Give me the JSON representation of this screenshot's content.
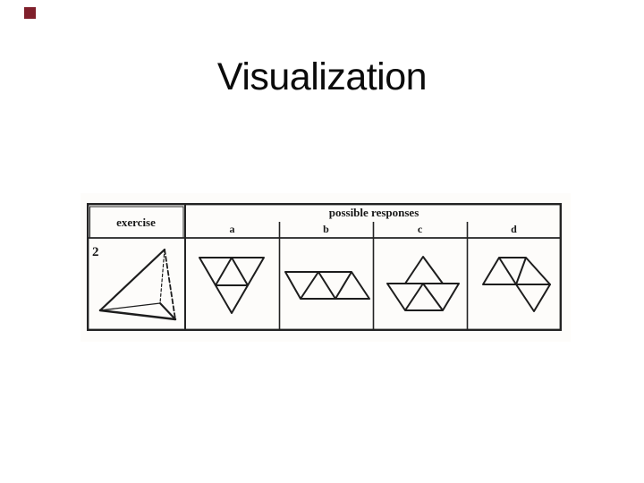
{
  "slide": {
    "title": "Visualization",
    "accent_square_color": "#7f1f2b",
    "background_color": "#ffffff"
  },
  "figure": {
    "paper_color": "#fdfcfa",
    "ink_color": "#232323",
    "table": {
      "exercise_header": "exercise",
      "responses_header": "possible responses",
      "option_labels": [
        "a",
        "b",
        "c",
        "d"
      ],
      "row_number": "2"
    },
    "shapes": {
      "exercise_shape": "3d-tetrahedron-with-dashed-hidden-edges",
      "option_a_shape": "inverted-triangle-subdivided-into-four-triangles",
      "option_b_shape": "parallelogram-strip-of-four-triangles",
      "option_c_shape": "three-triangle-trapezoid-with-triangle-on-top",
      "option_d_shape": "three-triangle-trapezoid-with-triangle-below-right"
    }
  }
}
